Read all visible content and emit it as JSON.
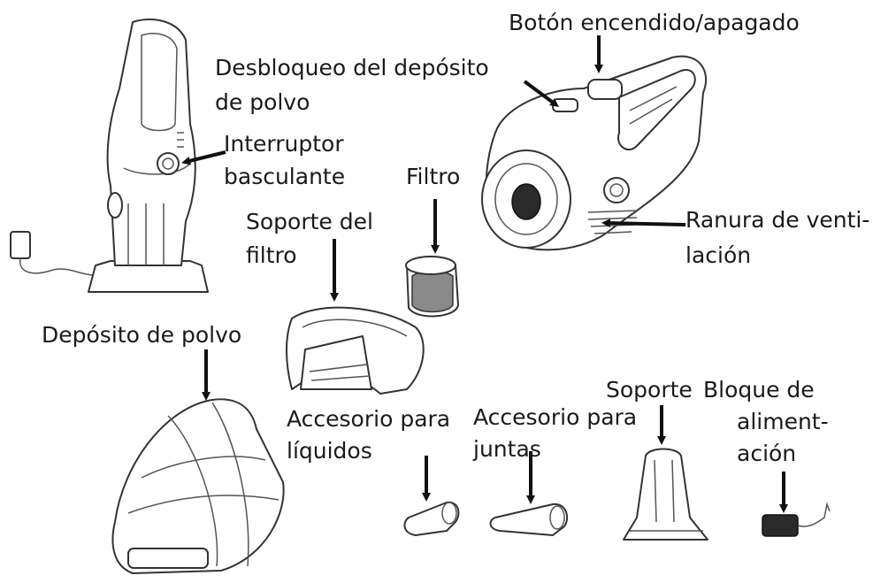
{
  "labels": {
    "power_button": "Botón encendido/apagado",
    "dust_unlock_1": "Desbloqueo del depósito",
    "dust_unlock_2": "de polvo",
    "rocker_1": "Interruptor",
    "rocker_2": "basculante",
    "filter": "Filtro",
    "filter_holder_1": "Soporte del",
    "filter_holder_2": "filtro",
    "vent_1": "Ranura de venti-",
    "vent_2": "lación",
    "dust_container": "Depósito de polvo",
    "liquid_1": "Accesorio para",
    "liquid_2": "líquidos",
    "crevice_1": "Accesorio para",
    "crevice_2": "juntas",
    "stand": "Soporte",
    "power_block_1": "Bloque de",
    "power_block_2": "aliment-",
    "power_block_3": "ación"
  },
  "colors": {
    "ink": "#1a1a1a",
    "outline": "#333333",
    "background": "#ffffff"
  }
}
